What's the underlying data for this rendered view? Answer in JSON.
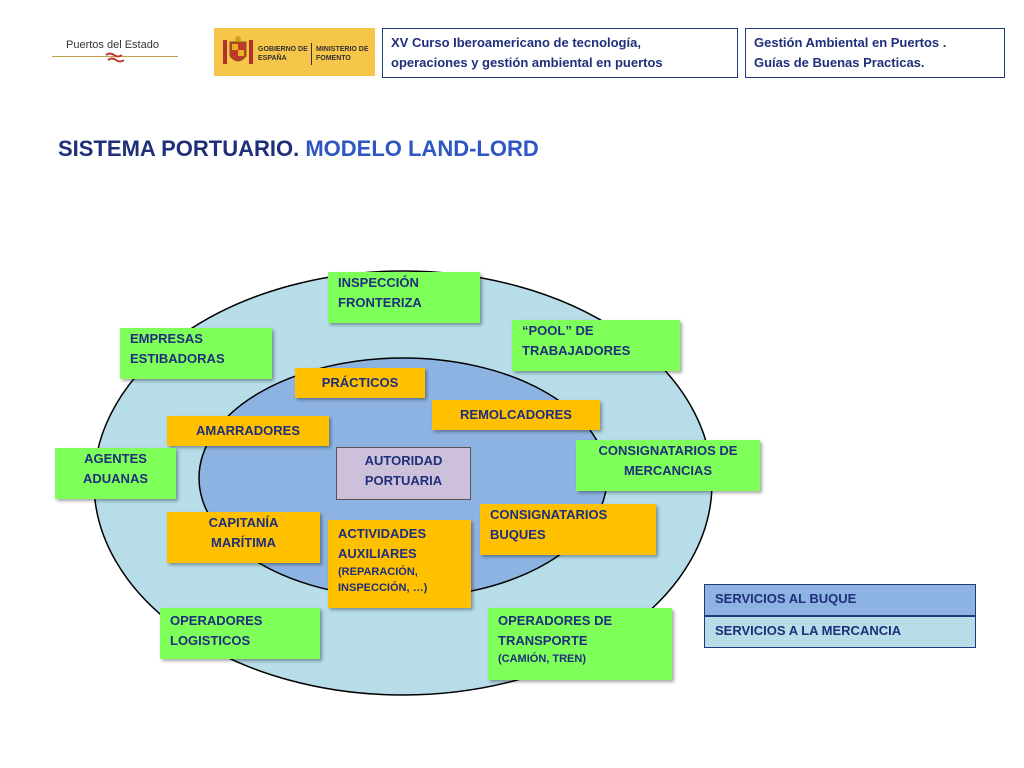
{
  "header": {
    "logo_puertos": "Puertos del Estado",
    "logo_gob_left": "GOBIERNO DE ESPAÑA",
    "logo_gob_right": "MINISTERIO DE FOMENTO",
    "course_line1": "XV Curso Iberoamericano de tecnología,",
    "course_line2": "operaciones y gestión ambiental en puertos",
    "guide_line1": "Gestión Ambiental en Puertos .",
    "guide_line2": "Guías de Buenas Practicas."
  },
  "title": {
    "part1": "SISTEMA PORTUARIO.",
    "part2": "MODELO LAND-LORD"
  },
  "diagram": {
    "center": {
      "line1": "AUTORIDAD",
      "line2": "PORTUARIA"
    },
    "inspeccion": {
      "line1": "INSPECCIÓN",
      "line2": "FRONTERIZA"
    },
    "pool": {
      "line1": "“POOL”  DE",
      "line2": "TRABAJADORES"
    },
    "empresas": {
      "line1": "EMPRESAS",
      "line2": "ESTIBADORAS"
    },
    "practicos": "PRÁCTICOS",
    "remolcadores": "REMOLCADORES",
    "amarradores": "AMARRADORES",
    "agentes": {
      "line1": "AGENTES",
      "line2": "ADUANAS"
    },
    "consig_merc": {
      "line1": "CONSIGNATARIOS DE",
      "line2": "MERCANCIAS"
    },
    "capitania": {
      "line1": "CAPITANÍA",
      "line2": "MARÍTIMA"
    },
    "actividades": {
      "line1": "ACTIVIDADES",
      "line2": "AUXILIARES",
      "line3": "(REPARACIÓN,",
      "line4": "INSPECCIÓN, …)"
    },
    "consig_buques": {
      "line1": "CONSIGNATARIOS",
      "line2": "BUQUES"
    },
    "logisticos": {
      "line1": "OPERADORES",
      "line2": "LOGISTICOS"
    },
    "transporte": {
      "line1": "OPERADORES DE",
      "line2": "TRANSPORTE",
      "line3": "(CAMIÓN, TREN)"
    }
  },
  "legend": {
    "buque": "SERVICIOS AL BUQUE",
    "mercancia": "SERVICIOS A LA MERCANCIA"
  },
  "colors": {
    "outer_ellipse": "#b7dde8",
    "inner_ellipse": "#8db3e2",
    "green_box": "#7fff5a",
    "orange_box": "#ffc000",
    "center_box": "#ccc0da",
    "title_dark": "#1f2f7a",
    "title_light": "#2e57c4"
  }
}
